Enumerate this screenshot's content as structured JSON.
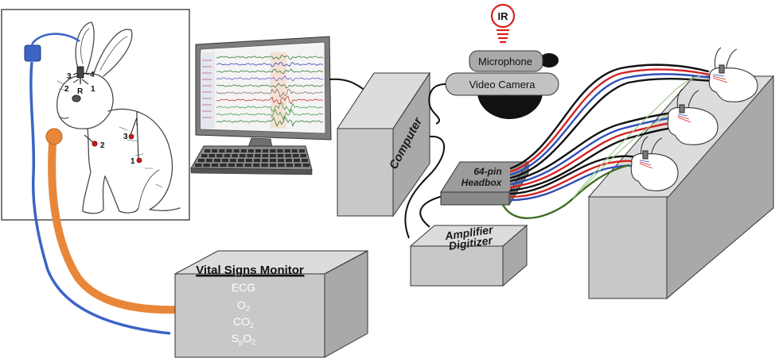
{
  "rabbit_panel": {
    "electrode_labels": {
      "head_top_left": "3",
      "head_top_right": "4",
      "head_bottom_left": "2",
      "head_bottom_right": "1",
      "head_reference": "R",
      "chin": "2",
      "body_upper": "3",
      "body_lower": "1"
    }
  },
  "ir_label": "IR",
  "microphone_label": "Microphone",
  "video_camera_label": "Video Camera",
  "computer_label": "Computer",
  "headbox_label": {
    "line1": "64-pin",
    "line2": "Headbox"
  },
  "amplifier_label": {
    "line1": "Amplifier",
    "line2": "Digitizer"
  },
  "vital_signs": {
    "title": "Vital Signs Monitor",
    "ecg": "ECG",
    "o2_main": "O",
    "o2_sub": "2",
    "co2_main": "CO",
    "co2_sub": "2",
    "spo2_s": "S",
    "spo2_p": "p",
    "spo2_o": "O",
    "spo2_sub": "2"
  },
  "colors": {
    "probe_blue": "#3b64c4",
    "tube_orange": "#e8873a",
    "box_gray": "#c8c8c8",
    "box_side": "#a9a9a9",
    "box_top": "#dcdcdc",
    "wire_red": "#d42424",
    "wire_blue": "#2f4fb8",
    "wire_black": "#111111",
    "wire_green": "#3f6d23",
    "ir_red": "#d82020",
    "electrode_red": "#d01818"
  }
}
